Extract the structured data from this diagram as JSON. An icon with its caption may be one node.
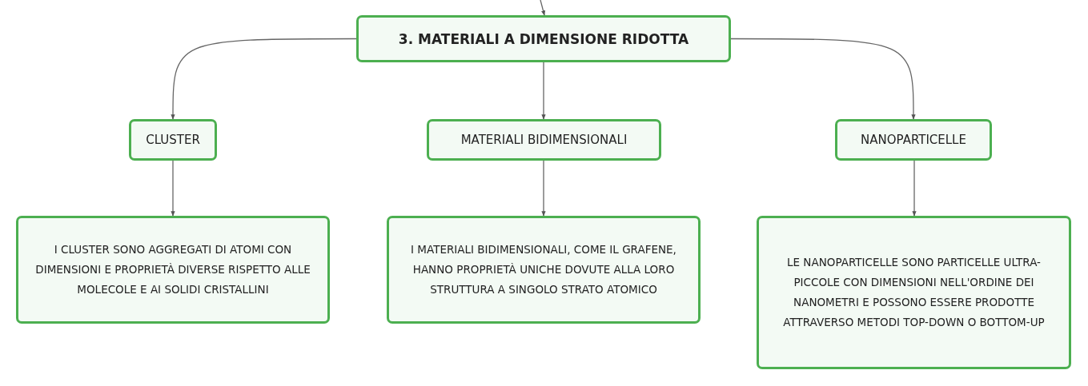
{
  "diagram": {
    "nodes": [
      {
        "text": [
          "3. MATERIALI A DIMENSIONE RIDOTTA"
        ]
      },
      {
        "text": [
          "CLUSTER"
        ]
      },
      {
        "text": [
          "MATERIALI BIDIMENSIONALI"
        ]
      },
      {
        "text": [
          "NANOPARTICELLE"
        ]
      },
      {
        "text": [
          "I CLUSTER SONO AGGREGATI DI ATOMI CON DIMENSIONI E PROPRIETÀ DIVERSE RISPETTO ALLE MOLECOLE E AI SOLIDI CRISTALLINI"
        ]
      },
      {
        "text": [
          "I MATERIALI BIDIMENSIONALI, COME IL GRAFENE, HANNO PROPRIETÀ UNICHE DOVUTE ALLA LORO STRUTTURA A SINGOLO STRATO ATOMICO"
        ]
      },
      {
        "text": [
          "LE NANOPARTICELLE SONO PARTICELLE ULTRA-PICCOLE CON DIMENSIONI NELL'ORDINE DEI NANOMETRI E POSSONO ESSERE PRODOTTE ATTRAVERSO METODI TOP-DOWN O BOTTOM-UP"
        ]
      }
    ],
    "edges": [
      {
        "from": null,
        "to": 0,
        "arrow": "to"
      },
      {
        "from": 0,
        "to": 1,
        "arrow": "to"
      },
      {
        "from": 0,
        "to": 2,
        "arrow": "to"
      },
      {
        "from": 0,
        "to": 3,
        "arrow": "to"
      },
      {
        "from": 1,
        "to": 4,
        "arrow": "to"
      },
      {
        "from": 2,
        "to": 5,
        "arrow": "to"
      },
      {
        "from": 3,
        "to": 6,
        "arrow": "to"
      }
    ]
  }
}
